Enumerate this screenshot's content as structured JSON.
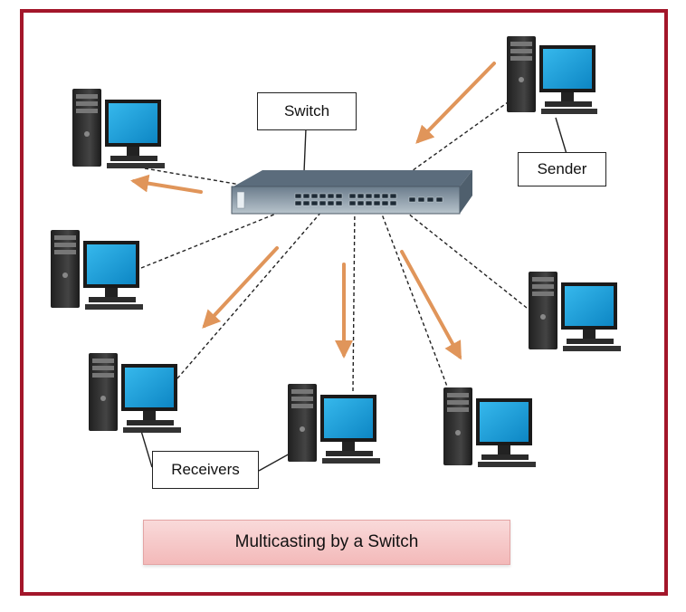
{
  "labels": {
    "switch": "Switch",
    "sender": "Sender",
    "receivers": "Receivers"
  },
  "caption": "Multicasting by a Switch",
  "colors": {
    "frame": "#a3162a",
    "arrow": "#e0955a",
    "monitor_screen": "#1aa3dc",
    "tower": "#2c2c2c",
    "caption_bg": "#f6c6c6"
  }
}
